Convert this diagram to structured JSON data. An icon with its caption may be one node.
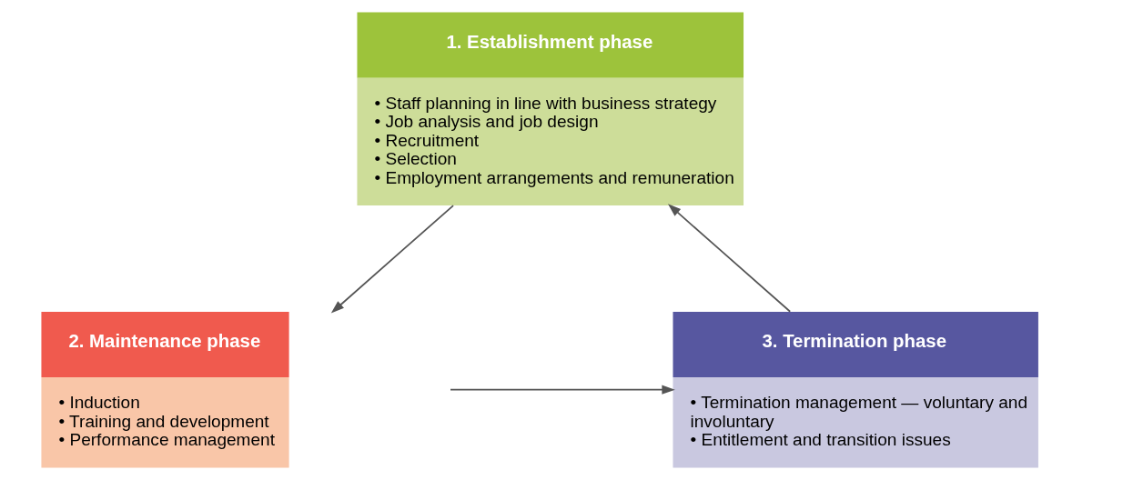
{
  "diagram": {
    "nodes": [
      {
        "text": [
          "1. Establishment phase",
          "• Staff planning in line with business strategy",
          "• Job analysis and job design",
          "• Recruitment",
          "• Selection",
          "• Employment arrangements and remuneration"
        ]
      },
      {
        "text": [
          "2. Maintenance phase",
          "• Induction",
          "• Training and development",
          "• Performance management"
        ]
      },
      {
        "text": [
          "3. Termination phase",
          "• Termination management — voluntary and involuntary",
          "• Entitlement and transition issues"
        ]
      }
    ],
    "edges": [
      {
        "from": 0,
        "to": 1,
        "arrow": "to"
      },
      {
        "from": 1,
        "to": 2,
        "arrow": "to"
      },
      {
        "from": 2,
        "to": 0,
        "arrow": "to"
      }
    ]
  }
}
